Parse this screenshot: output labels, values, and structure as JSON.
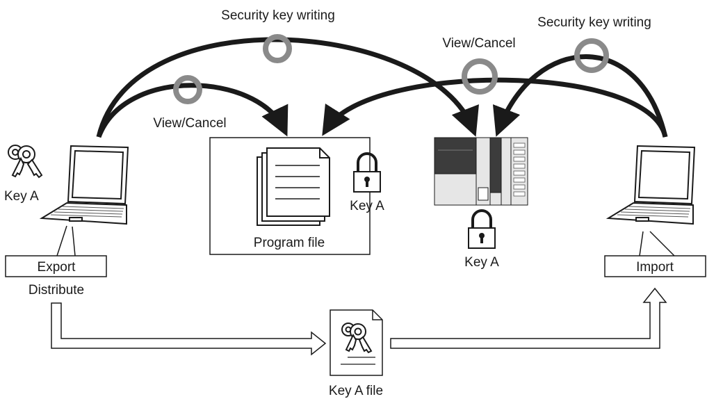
{
  "labels": {
    "security_key_writing_left": "Security key writing",
    "security_key_writing_right": "Security key writing",
    "view_cancel_top": "View/Cancel",
    "view_cancel_left": "View/Cancel",
    "key_a_keys": "Key A",
    "key_a_program": "Key A",
    "key_a_plc": "Key A",
    "program_file": "Program file",
    "export": "Export",
    "import": "Import",
    "distribute": "Distribute",
    "key_a_file": "Key A file"
  },
  "icons": {
    "left_pc": "laptop-icon",
    "right_pc": "laptop-icon",
    "keys": "keys-icon",
    "program_lock": "padlock-icon",
    "plc_lock": "padlock-icon",
    "plc": "plc-module-icon",
    "program": "document-stack-icon",
    "key_file": "key-file-icon",
    "security_marks": "ring-icon"
  },
  "colors": {
    "ink": "#1a1a1a",
    "ring": "#8a8a8a",
    "plc_dark": "#3c3c3c",
    "plc_light": "#e6e6e6"
  }
}
